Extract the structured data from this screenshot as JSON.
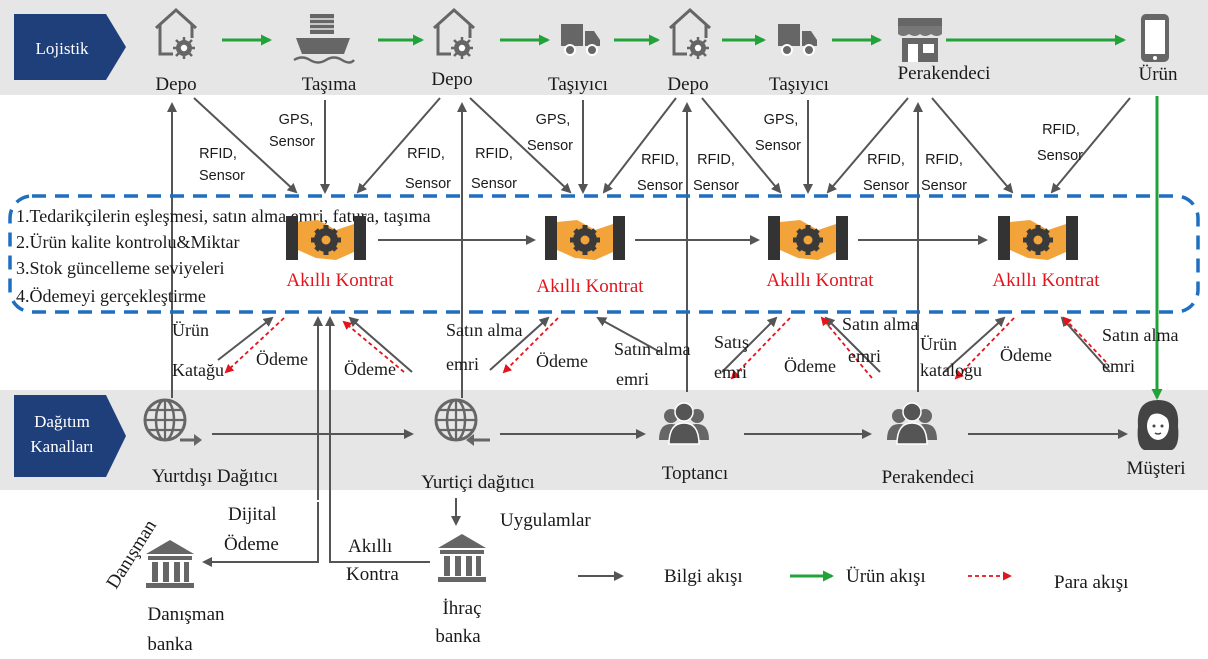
{
  "logistics": {
    "label": "Lojistik",
    "nodes": [
      {
        "name": "Depo",
        "icon": "warehouse-gear-icon"
      },
      {
        "name": "Taşıma",
        "icon": "cargo-ship-icon"
      },
      {
        "name": "Depo",
        "icon": "warehouse-gear-icon"
      },
      {
        "name": "Taşıyıcı",
        "icon": "truck-icon"
      },
      {
        "name": "Depo",
        "icon": "warehouse-gear-icon"
      },
      {
        "name": "Taşıyıcı",
        "icon": "truck-icon"
      },
      {
        "name": "Perakendeci",
        "icon": "store-icon"
      },
      {
        "name": "Ürün",
        "icon": "smartphone-icon"
      }
    ]
  },
  "sensor_labels": {
    "rfid": "RFID,",
    "gps": "GPS,",
    "sensor": "Sensor"
  },
  "contract": {
    "steps": [
      "1.Tedarikçilerin eşleşmesi, satın alma emri, fatura, taşıma",
      "2.Ürün kalite kontrolu&Miktar",
      "3.Stok güncelleme seviyeleri",
      "4.Ödemeyi gerçekleştirme"
    ],
    "label": "Akıllı Kontrat",
    "icon": "handshake-gear-icon",
    "count": 4
  },
  "flows": {
    "urun": "Ürün",
    "katalogu": "Katağu",
    "odeme": "Ödeme",
    "satin_alma": "Satın alma",
    "emri": "emri",
    "satis": "Satış",
    "urun_katalogu": "katalogu",
    "satin_alma_2": "Satın alma"
  },
  "distribution": {
    "label_line1": "Dağıtım",
    "label_line2": "Kanalları",
    "nodes": [
      {
        "name": "Yurtdışı Dağıtıcı",
        "icon": "globe-arrow-out-icon"
      },
      {
        "name": "Yurtiçi dağıtıcı",
        "icon": "globe-arrow-in-icon"
      },
      {
        "name": "Toptancı",
        "icon": "group-icon"
      },
      {
        "name": "Perakendeci",
        "icon": "group-icon"
      },
      {
        "name": "Müşteri",
        "icon": "customer-icon"
      }
    ]
  },
  "banks": {
    "consultant": {
      "line1": "Danışman",
      "line2": "banka",
      "side": "Danışman",
      "icon": "bank-icon"
    },
    "export": {
      "line1": "İhraç",
      "line2": "banka",
      "icon": "bank-icon"
    },
    "digital_payment_line1": "Dijital",
    "digital_payment_line2": "Ödeme",
    "smart_contract_line1": "Akıllı",
    "smart_contract_line2": "Kontra",
    "applications": "Uygulamlar"
  },
  "legend": {
    "info": "Bilgi akışı",
    "product": "Ürün akışı",
    "money": "Para akışı"
  },
  "colors": {
    "band": "#e6e6e6",
    "label_blue": "#1f3f7a",
    "green": "#22a33a",
    "arrow_gray": "#555555",
    "red": "#e3141b",
    "contract_orange": "#f2a33a",
    "dash_blue": "#1f6fc0"
  }
}
